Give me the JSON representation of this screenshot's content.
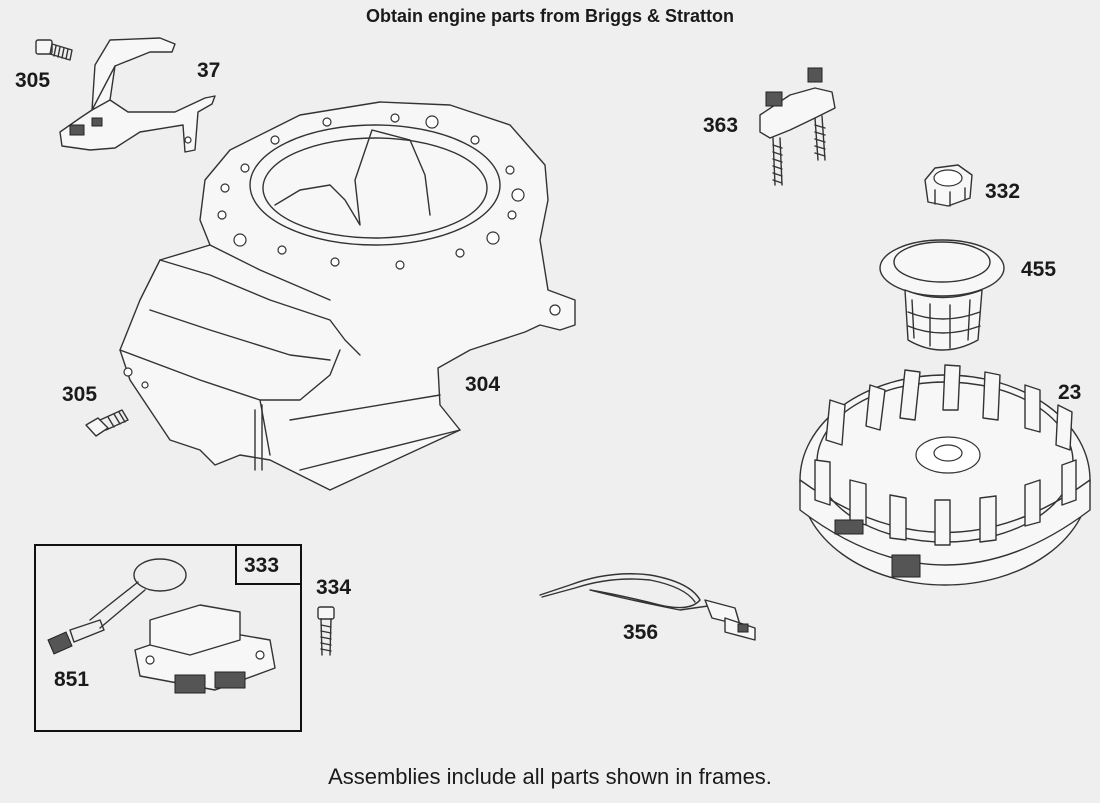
{
  "header": {
    "title": "Obtain engine parts from Briggs & Stratton"
  },
  "footer": {
    "note": "Assemblies include all parts shown in frames."
  },
  "callouts": {
    "p305a": "305",
    "p37": "37",
    "p304": "304",
    "p305b": "305",
    "p363": "363",
    "p332": "332",
    "p455": "455",
    "p23": "23",
    "p333": "333",
    "p334": "334",
    "p851": "851",
    "p356": "356"
  }
}
